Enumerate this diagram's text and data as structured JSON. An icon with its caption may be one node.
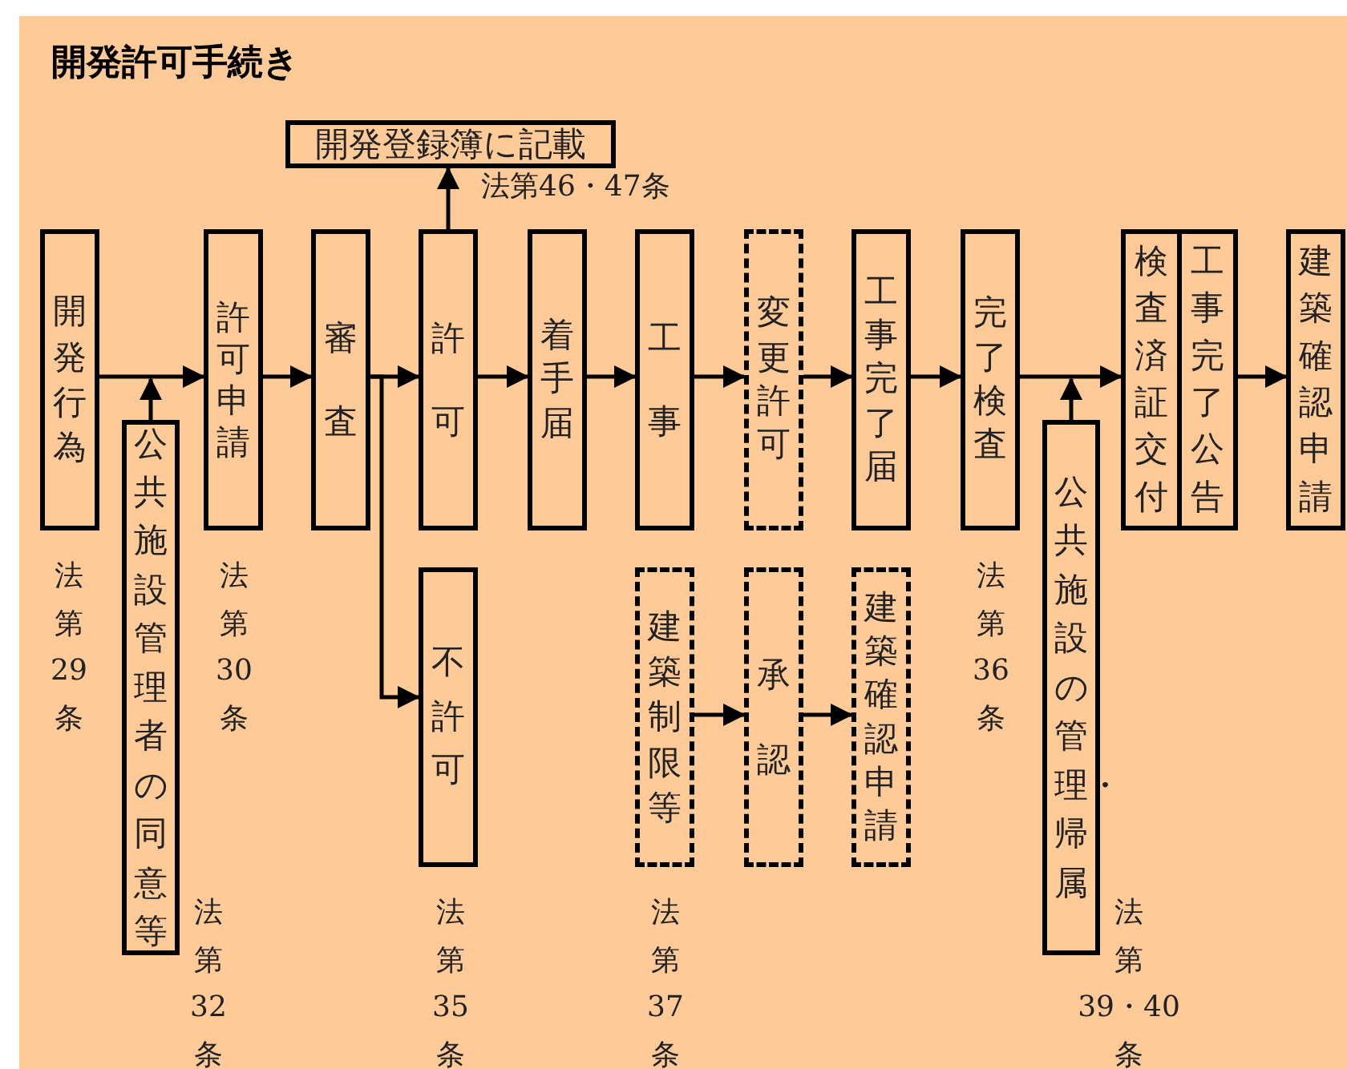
{
  "diagram": {
    "title": "開発許可手続き",
    "nodes": [
      {
        "text": [
          "開発行為"
        ],
        "beside": [
          "法第29条"
        ]
      },
      {
        "text": [
          "公共施設管理者の同意等"
        ],
        "beside": [
          "法第32条"
        ]
      },
      {
        "text": [
          "許可申請"
        ],
        "beside": [
          "法第30条"
        ]
      },
      {
        "text": [
          "審査"
        ]
      },
      {
        "text": [
          "許可"
        ]
      },
      {
        "text": [
          "開発登録簿に記載"
        ],
        "beside": [
          "法第46・47条"
        ]
      },
      {
        "text": [
          "着手届"
        ]
      },
      {
        "text": [
          "工事"
        ]
      },
      {
        "text": [
          "変更許可"
        ]
      },
      {
        "text": [
          "工事完了届"
        ]
      },
      {
        "text": [
          "完了検査"
        ],
        "beside": [
          "法第36条"
        ]
      },
      {
        "text": [
          "公共施設の管理・帰属"
        ],
        "beside": [
          "法第39・40条"
        ]
      },
      {
        "text": [
          "検査済証交付"
        ]
      },
      {
        "text": [
          "工事完了公告"
        ]
      },
      {
        "text": [
          "建築確認申請"
        ]
      },
      {
        "text": [
          "不許可"
        ],
        "beside": [
          "法第35条"
        ]
      },
      {
        "text": [
          "建築制限等"
        ],
        "beside": [
          "法第37条"
        ]
      },
      {
        "text": [
          "承認"
        ]
      },
      {
        "text": [
          "建築確認申請"
        ]
      }
    ],
    "edges": [
      {
        "from": 0,
        "to": 2,
        "arrow": "to"
      },
      {
        "from": 1,
        "to": 2,
        "arrow": "to"
      },
      {
        "from": 2,
        "to": 3,
        "arrow": "to"
      },
      {
        "from": 3,
        "to": 4,
        "arrow": "to"
      },
      {
        "from": 3,
        "to": 15,
        "arrow": "to"
      },
      {
        "from": 4,
        "to": 5,
        "arrow": "to"
      },
      {
        "from": 4,
        "to": 6,
        "arrow": "to"
      },
      {
        "from": 6,
        "to": 7,
        "arrow": "to"
      },
      {
        "from": 7,
        "to": 8,
        "arrow": "to"
      },
      {
        "from": 8,
        "to": 9,
        "arrow": "to"
      },
      {
        "from": 9,
        "to": 10,
        "arrow": "to"
      },
      {
        "from": 10,
        "to": 12,
        "arrow": "to"
      },
      {
        "from": 11,
        "to": 12,
        "arrow": "to"
      },
      {
        "from": 13,
        "to": 14,
        "arrow": "to"
      },
      {
        "from": 16,
        "to": 17,
        "arrow": "to"
      },
      {
        "from": 17,
        "to": 18,
        "arrow": "to"
      }
    ]
  }
}
